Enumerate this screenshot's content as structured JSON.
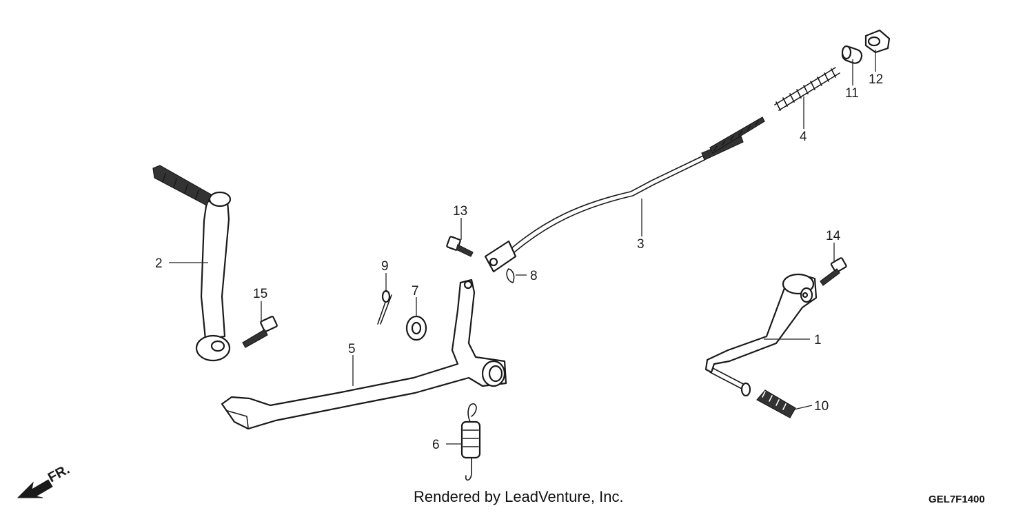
{
  "callouts": {
    "c1": "1",
    "c2": "2",
    "c3": "3",
    "c4": "4",
    "c5": "5",
    "c6": "6",
    "c7": "7",
    "c8": "8",
    "c9": "9",
    "c10": "10",
    "c11": "11",
    "c12": "12",
    "c13": "13",
    "c14": "14",
    "c15": "15"
  },
  "front_label": "FR.",
  "credit": "Rendered by LeadVenture, Inc.",
  "diagram_code": "GEL7F1400"
}
